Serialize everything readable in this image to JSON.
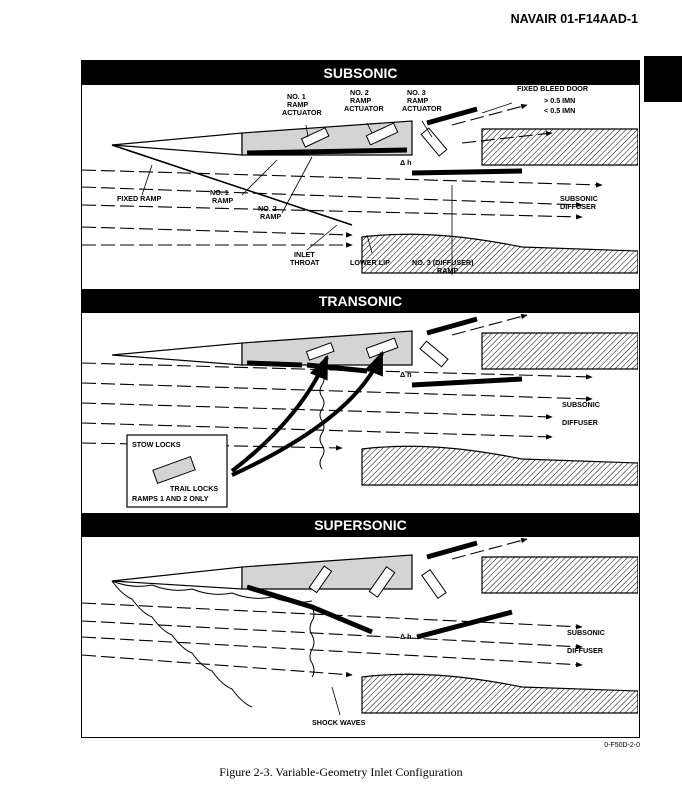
{
  "header": {
    "document_code": "NAVAIR 01-F14AAD-1"
  },
  "figure": {
    "figure_id": "0-F50D-2-0",
    "caption": "Figure 2-3.  Variable-Geometry Inlet Configuration"
  },
  "subsonic": {
    "title": "SUBSONIC",
    "ramp1_actuator": [
      "NO. 1",
      "RAMP",
      "ACTUATOR"
    ],
    "ramp2_actuator": [
      "NO. 2",
      "RAMP",
      "ACTUATOR"
    ],
    "ramp3_actuator": [
      "NO. 3",
      "RAMP",
      "ACTUATOR"
    ],
    "fixed_bleed_door": "FIXED BLEED DOOR",
    "above_imn": "> 0.5 IMN",
    "below_imn": "< 0.5 IMN",
    "delta_h": "Δ h",
    "fixed_ramp": "FIXED RAMP",
    "ramp1": [
      "NO. 1",
      "RAMP"
    ],
    "ramp2": [
      "NO. 2",
      "RAMP"
    ],
    "inlet_throat": [
      "INLET",
      "THROAT"
    ],
    "lower_lip": "LOWER LIP",
    "diffuser_ramp": [
      "NO. 3 (DIFFUSER)",
      "RAMP"
    ],
    "subsonic_diffuser": [
      "SUBSONIC",
      "DIFFUSER"
    ]
  },
  "transonic": {
    "title": "TRANSONIC",
    "delta_h": "Δ h",
    "subsonic": "SUBSONIC",
    "diffuser": "DIFFUSER",
    "stow_locks": "STOW LOCKS",
    "trail_locks": "TRAIL LOCKS",
    "ramps_note": "RAMPS 1 AND 2 ONLY"
  },
  "supersonic": {
    "title": "SUPERSONIC",
    "delta_h": "Δ h",
    "subsonic": "SUBSONIC",
    "diffuser": "DIFFUSER",
    "shock_waves": "SHOCK WAVES"
  }
}
